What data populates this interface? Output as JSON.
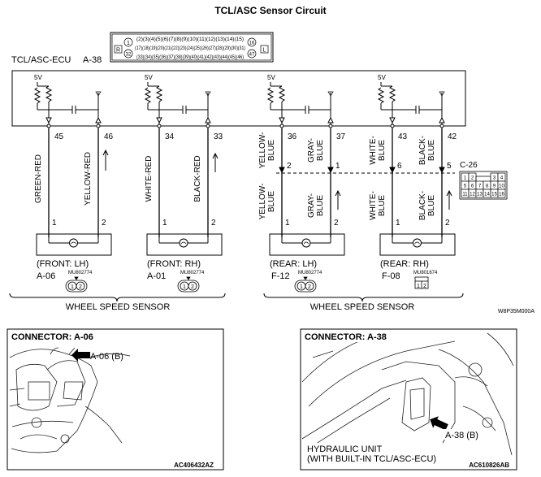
{
  "title": "TCL/ASC Sensor Circuit",
  "ecu": {
    "label": "TCL/ASC-ECU",
    "connector": "A-38",
    "pin_rows": [
      "(2)(3)(4)(5)(6)(7)(8)(9)(10)(11)(12)(13)(14)(15)",
      "(17)(18)(19)(20)(21)(22)(23)(24)(25)(26)(27)(28)(29)(30)(31)",
      "(33)(34)(35)(36)(37)(38)(39)(40)(41)(42)(43)(44)(45)(46)"
    ],
    "pin_left": [
      "1",
      "32"
    ],
    "pin_right": [
      "16",
      "47"
    ],
    "mark_left": "R",
    "mark_right": "L",
    "voltage": "5V"
  },
  "circuits": [
    {
      "pins": [
        "45",
        "46"
      ],
      "wires": [
        "GREEN-RED",
        "YELLOW-RED"
      ],
      "sensor_pins": [
        "1",
        "2"
      ],
      "position": "(FRONT: LH)",
      "connector": "A-06",
      "part_no": "MU802774",
      "plug": [
        "1",
        "2"
      ]
    },
    {
      "pins": [
        "34",
        "33"
      ],
      "wires": [
        "WHITE-RED",
        "BLACK-RED"
      ],
      "sensor_pins": [
        "1",
        "2"
      ],
      "position": "(FRONT: RH)",
      "connector": "A-01",
      "part_no": "MU802774",
      "plug": [
        "1",
        "2"
      ]
    },
    {
      "pins": [
        "36",
        "37"
      ],
      "wires_upper": [
        "YELLOW-\nBLUE",
        "GRAY-\nBLUE"
      ],
      "inter_pins": [
        "2",
        "1"
      ],
      "wires": [
        "YELLOW-\nBLUE",
        "GRAY-\nBLUE"
      ],
      "sensor_pins": [
        "1",
        "2"
      ],
      "position": "(REAR: LH)",
      "connector": "F-12",
      "part_no": "MU802774",
      "plug": [
        "1",
        "2"
      ]
    },
    {
      "pins": [
        "43",
        "42"
      ],
      "wires_upper": [
        "WHITE-\nBLUE",
        "BLACK-\nBLUE"
      ],
      "inter_pins": [
        "6",
        "5"
      ],
      "wires": [
        "WHITE-\nBLUE",
        "BLACK-\nBLUE"
      ],
      "sensor_pins": [
        "1",
        "2"
      ],
      "position": "(REAR: RH)",
      "connector": "F-08",
      "part_no": "MU801674",
      "plug": [
        "1",
        "2"
      ]
    }
  ],
  "inter_connector": {
    "name": "C-26",
    "row1": [
      "1",
      "2",
      "",
      "",
      "3",
      "4"
    ],
    "row2": [
      "5",
      "6",
      "7",
      "8",
      "9",
      "10"
    ],
    "row3": [
      "11",
      "12",
      "13",
      "14",
      "15",
      "16"
    ]
  },
  "group_labels": [
    "WHEEL SPEED SENSOR",
    "WHEEL SPEED SENSOR"
  ],
  "diagram_code": "W8P35M000A",
  "panels": [
    {
      "title": "CONNECTOR: A-06",
      "callout": "A-06 (B)",
      "code": "AC406432AZ"
    },
    {
      "title": "CONNECTOR: A-38",
      "callout": "A-38 (B)",
      "caption_line1": "HYDRAULIC UNIT",
      "caption_line2": "(WITH BUILT-IN TCL/ASC-ECU)",
      "code": "AC610826AB"
    }
  ]
}
